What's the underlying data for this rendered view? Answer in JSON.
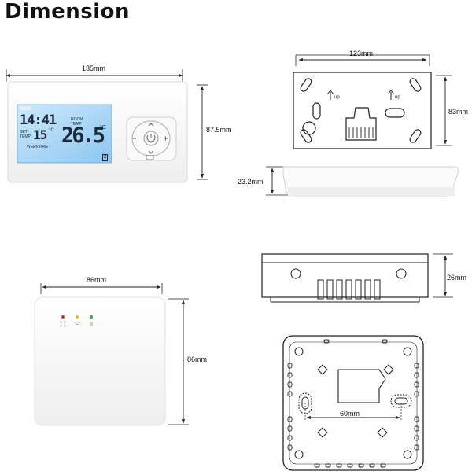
{
  "title": "Dimension",
  "thermostat_front": {
    "width_label": "135mm",
    "height_label": "87.5mm",
    "lcd": {
      "day": "MON",
      "time": "14:41",
      "set_temp_label_1": "SET",
      "set_temp_label_2": "TEMP",
      "set_temp": "15",
      "set_unit": "°C",
      "room_label_1": "ROOM",
      "room_label_2": "TEMP",
      "room_temp": "26.5",
      "room_unit": "°C",
      "mode_label": "WEEK PRG",
      "mode_digit": "2"
    }
  },
  "thermostat_back": {
    "width_label": "123mm",
    "height_label": "83mm",
    "up_label_left": "up",
    "up_label_right": "up"
  },
  "thermostat_side": {
    "depth_label": "23.2mm"
  },
  "receiver_front": {
    "width_label": "86mm",
    "height_label": "86mm"
  },
  "receiver_side": {
    "depth_label": "26mm"
  },
  "receiver_back": {
    "hole_spacing_label": "60mm"
  },
  "colors": {
    "lcd_blue": "#9cd0f5",
    "outline": "#222222",
    "dimension_line": "#222222",
    "led_red": "#e03030",
    "led_yellow": "#e0c020",
    "led_green": "#30b040"
  }
}
